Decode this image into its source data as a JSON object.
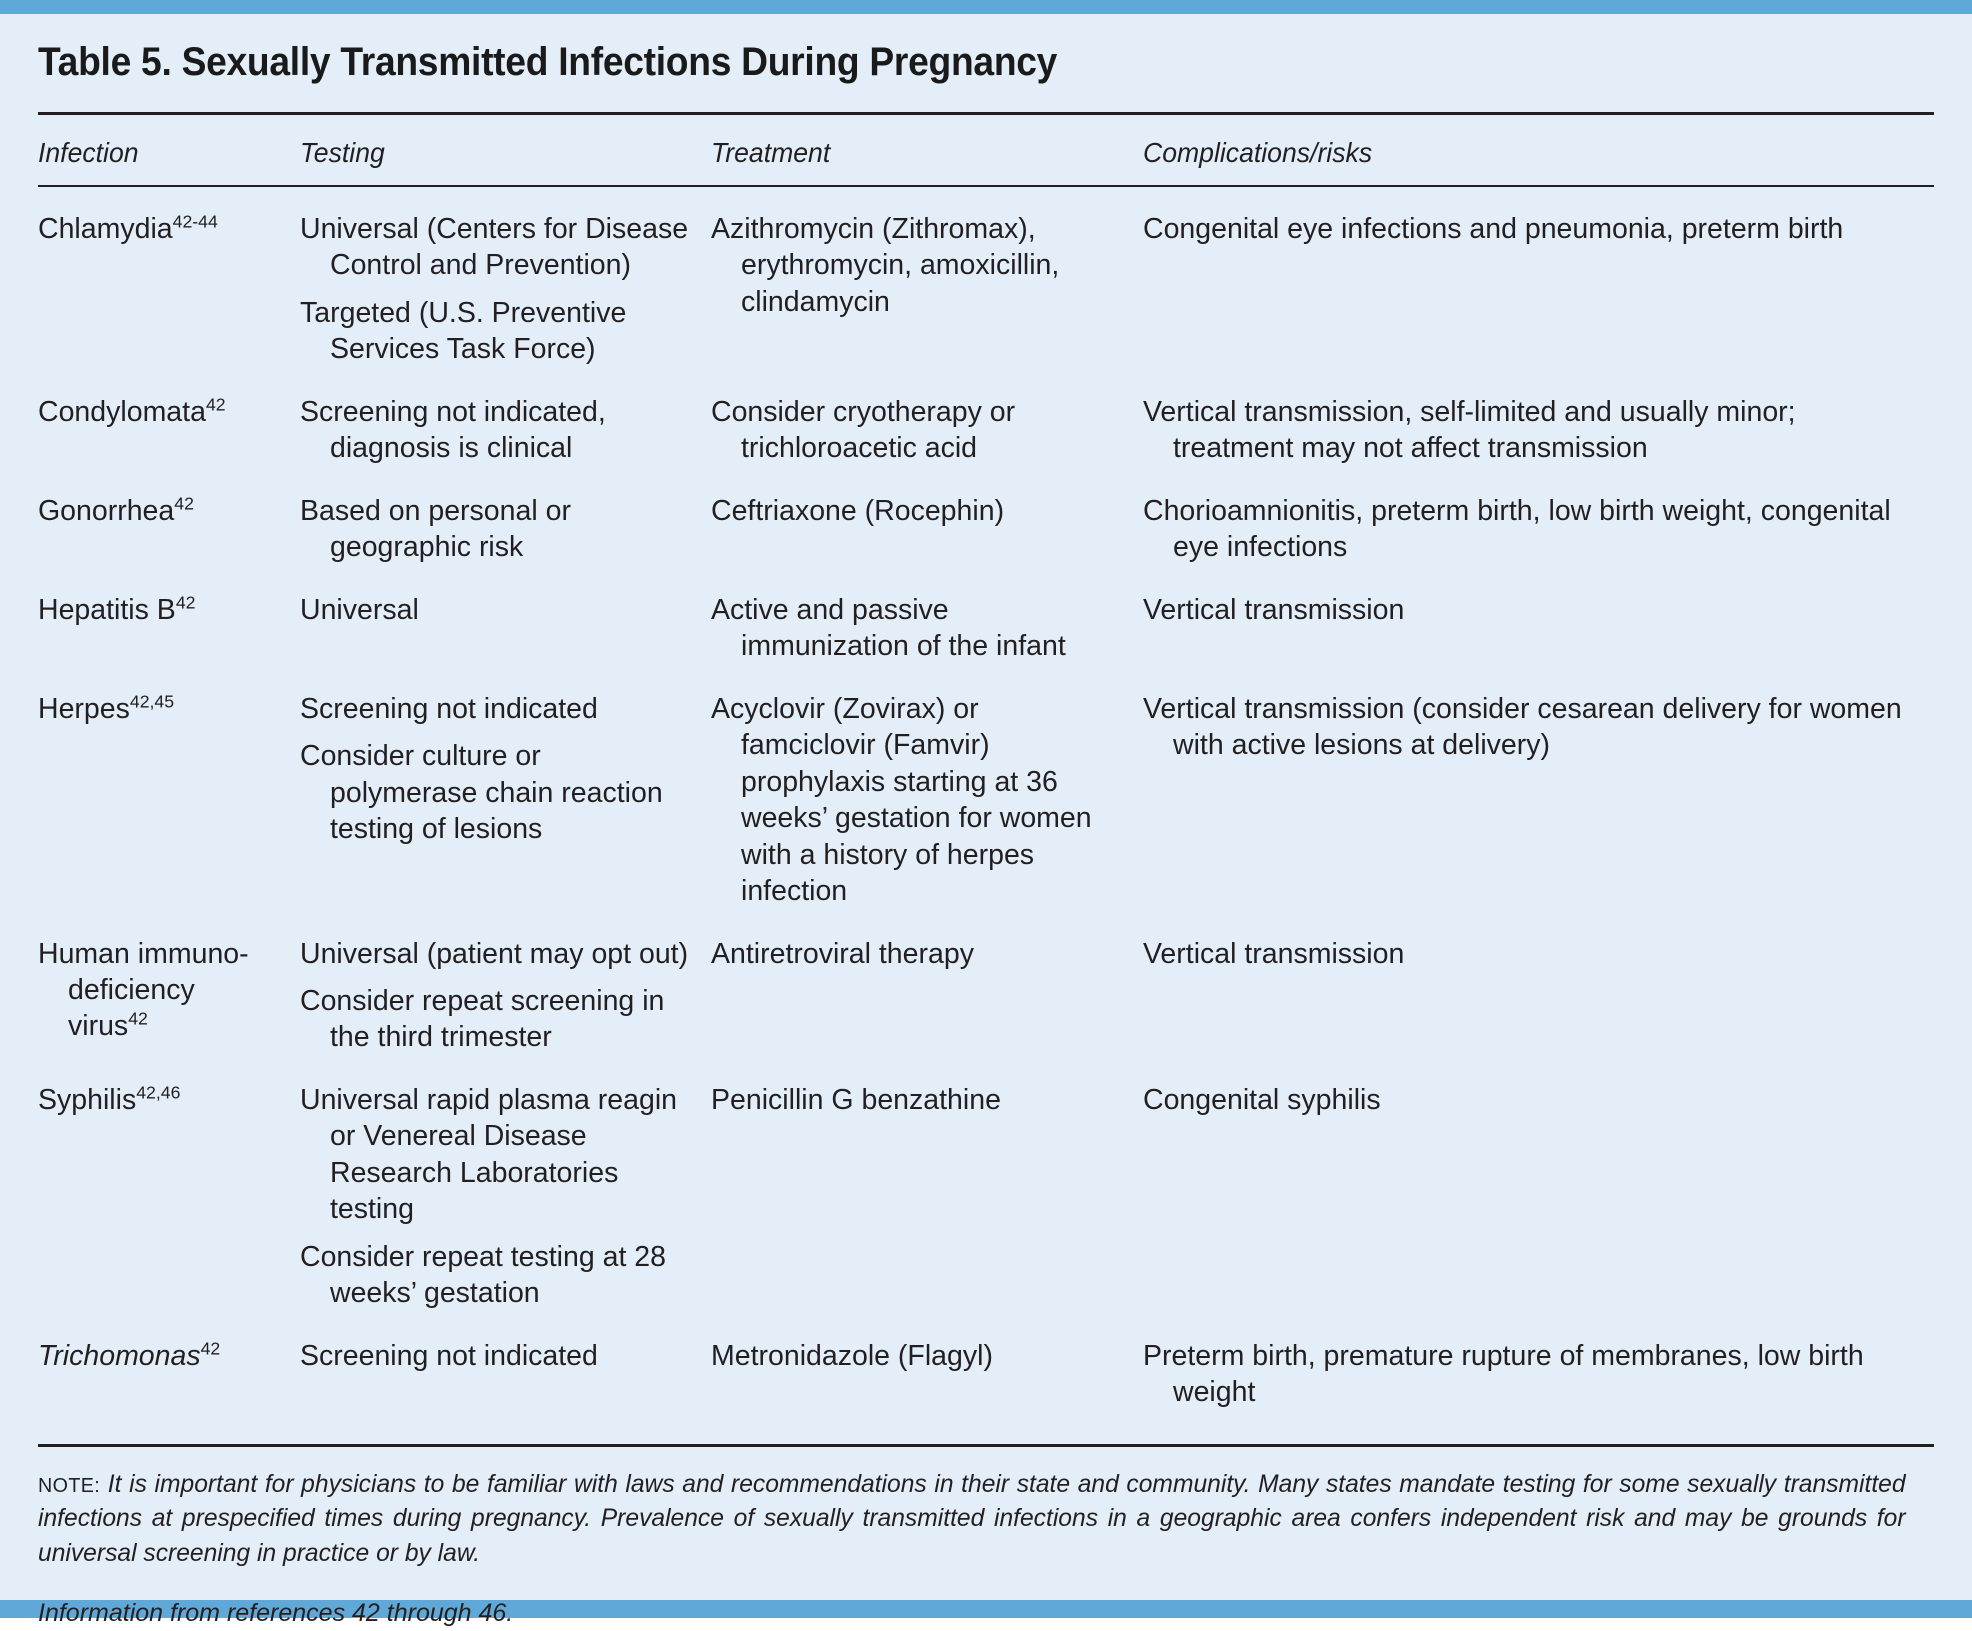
{
  "theme": {
    "accent_bar": "#5fa8d8",
    "card_background": "#e3eef8",
    "text": "#231f20",
    "rule": "#231f20"
  },
  "title": "Table 5. Sexually Transmitted Infections During Pregnancy",
  "columns": [
    {
      "key": "infection",
      "label": "Infection"
    },
    {
      "key": "testing",
      "label": "Testing"
    },
    {
      "key": "treatment",
      "label": "Treatment"
    },
    {
      "key": "complications",
      "label": "Complications/risks"
    }
  ],
  "rows": [
    {
      "infection_name": "Chlamydia",
      "infection_refs": "42-44",
      "infection_italic": false,
      "testing": [
        "Universal (Centers for Disease Control and Prevention)",
        "Targeted (U.S. Preventive Services Task Force)"
      ],
      "treatment": [
        "Azithromycin (Zithromax), erythromycin, amoxicillin, clindamycin"
      ],
      "complications": [
        "Congenital eye infections and pneumonia, preterm birth"
      ]
    },
    {
      "infection_name": "Condylomata",
      "infection_refs": "42",
      "infection_italic": false,
      "testing": [
        "Screening not indicated, diagnosis is clinical"
      ],
      "treatment": [
        "Consider cryotherapy or trichloroacetic acid"
      ],
      "complications": [
        "Vertical transmission, self-limited and usually minor; treatment may not affect transmission"
      ]
    },
    {
      "infection_name": "Gonorrhea",
      "infection_refs": "42",
      "infection_italic": false,
      "testing": [
        "Based on personal or geographic risk"
      ],
      "treatment": [
        "Ceftriaxone (Rocephin)"
      ],
      "complications": [
        "Chorioamnionitis, preterm birth, low birth weight, congenital eye infections"
      ]
    },
    {
      "infection_name": "Hepatitis B",
      "infection_refs": "42",
      "infection_italic": false,
      "testing": [
        "Universal"
      ],
      "treatment": [
        "Active and passive immunization of the infant"
      ],
      "complications": [
        "Vertical transmission"
      ]
    },
    {
      "infection_name": "Herpes",
      "infection_refs": "42,45",
      "infection_italic": false,
      "testing": [
        "Screening not indicated",
        "Consider culture or polymerase chain reaction testing of lesions"
      ],
      "treatment": [
        "Acyclovir (Zovirax) or famciclovir (Famvir) prophylaxis starting at 36 weeks’ gestation for women with a history of herpes infection"
      ],
      "complications": [
        "Vertical transmission (consider cesarean delivery for women with active lesions at delivery)"
      ]
    },
    {
      "infection_name": "Human immuno-deficiency virus",
      "infection_refs": "42",
      "infection_italic": false,
      "testing": [
        "Universal (patient may opt out)",
        "Consider repeat screening in the third trimester"
      ],
      "treatment": [
        "Antiretroviral therapy"
      ],
      "complications": [
        "Vertical transmission"
      ]
    },
    {
      "infection_name": "Syphilis",
      "infection_refs": "42,46",
      "infection_italic": false,
      "testing": [
        "Universal rapid plasma reagin or Venereal Disease Research Laboratories testing",
        "Consider repeat testing at 28 weeks’ gestation"
      ],
      "treatment": [
        "Penicillin G benzathine"
      ],
      "complications": [
        "Congenital syphilis"
      ]
    },
    {
      "infection_name": "Trichomonas",
      "infection_refs": "42",
      "infection_italic": true,
      "testing": [
        "Screening not indicated"
      ],
      "treatment": [
        "Metronidazole (Flagyl)"
      ],
      "complications": [
        "Preterm birth, premature rupture of membranes, low birth weight"
      ]
    }
  ],
  "footer": {
    "note_label": "NOTE:",
    "note_text": "It is important for physicians to be familiar with laws and recommendations in their state and community. Many states mandate testing for some sexually transmitted infections at prespecified times during pregnancy. Prevalence of sexually transmitted infections in a geographic area confers independent risk and may be grounds for universal screening in practice or by law.",
    "information": "Information from references 42 through 46."
  }
}
